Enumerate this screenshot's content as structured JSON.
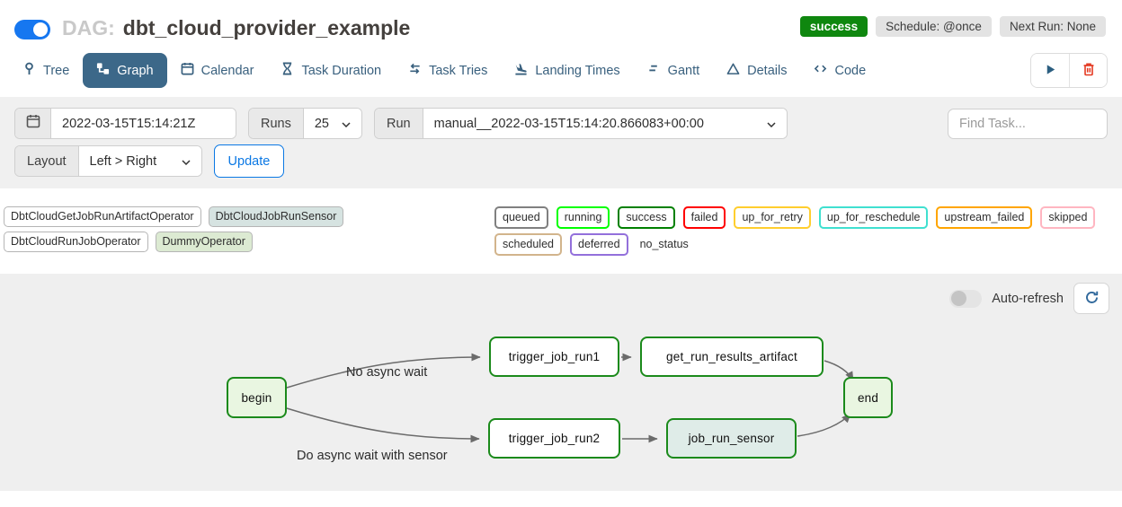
{
  "header": {
    "toggle_state": "on",
    "dag_prefix": "DAG:",
    "dag_title": "dbt_cloud_provider_example",
    "status_badge": {
      "label": "success",
      "color": "#0f870f"
    },
    "schedule_badge": "Schedule: @once",
    "next_run_badge": "Next Run: None"
  },
  "tabs": {
    "active": "Graph",
    "active_bg": "#3c6889",
    "items": [
      {
        "label": "Tree",
        "icon": "tree-icon"
      },
      {
        "label": "Graph",
        "icon": "graph-icon"
      },
      {
        "label": "Calendar",
        "icon": "calendar-icon"
      },
      {
        "label": "Task Duration",
        "icon": "hourglass-icon"
      },
      {
        "label": "Task Tries",
        "icon": "repeat-icon"
      },
      {
        "label": "Landing Times",
        "icon": "plane-landing-icon"
      },
      {
        "label": "Gantt",
        "icon": "gantt-icon"
      },
      {
        "label": "Details",
        "icon": "triangle-icon"
      },
      {
        "label": "Code",
        "icon": "code-icon"
      }
    ]
  },
  "toolbar": {
    "trigger_icon": "play-icon",
    "delete_icon": "trash-icon"
  },
  "filters": {
    "execution_date": "2022-03-15T15:14:21Z",
    "runs_label": "Runs",
    "runs_selected": "25",
    "run_label": "Run",
    "run_selected": "manual__2022-03-15T15:14:20.866083+00:00",
    "find_task_placeholder": "Find Task...",
    "layout_label": "Layout",
    "layout_selected": "Left > Right",
    "update_button": "Update"
  },
  "legend": {
    "operators": [
      {
        "label": "DbtCloudGetJobRunArtifactOperator",
        "fill": "#ffffff"
      },
      {
        "label": "DbtCloudJobRunSensor",
        "fill": "#d6e3e1"
      },
      {
        "label": "DbtCloudRunJobOperator",
        "fill": "#ffffff"
      },
      {
        "label": "DummyOperator",
        "fill": "#dcead2"
      }
    ],
    "states": [
      {
        "label": "queued",
        "border": "#808080"
      },
      {
        "label": "running",
        "border": "#00ff00"
      },
      {
        "label": "success",
        "border": "#008000"
      },
      {
        "label": "failed",
        "border": "#ff0000"
      },
      {
        "label": "up_for_retry",
        "border": "#ffce2e"
      },
      {
        "label": "up_for_reschedule",
        "border": "#40e0d0"
      },
      {
        "label": "upstream_failed",
        "border": "#ffa500"
      },
      {
        "label": "skipped",
        "border": "#ffb6c1"
      },
      {
        "label": "scheduled",
        "border": "#d2b48c"
      },
      {
        "label": "deferred",
        "border": "#9370db"
      },
      {
        "label": "no_status",
        "border": "transparent"
      }
    ]
  },
  "graph_panel": {
    "auto_refresh_label": "Auto-refresh",
    "auto_refresh_state": "off",
    "refresh_icon": "refresh-icon",
    "node_border_color": "#1b8a1b",
    "edge_color": "#6b6b6b",
    "nodes": [
      {
        "label": "begin",
        "fill": "#e9f6e1"
      },
      {
        "label": "trigger_job_run1",
        "fill": "#ffffff"
      },
      {
        "label": "get_run_results_artifact",
        "fill": "#ffffff"
      },
      {
        "label": "trigger_job_run2",
        "fill": "#ffffff"
      },
      {
        "label": "job_run_sensor",
        "fill": "#dfece8"
      },
      {
        "label": "end",
        "fill": "#e9f6e1"
      }
    ],
    "edges": [
      {
        "from": "begin",
        "to": "trigger_job_run1",
        "label": "No async wait"
      },
      {
        "from": "begin",
        "to": "trigger_job_run2",
        "label": "Do async wait with sensor"
      },
      {
        "from": "trigger_job_run1",
        "to": "get_run_results_artifact"
      },
      {
        "from": "trigger_job_run2",
        "to": "job_run_sensor"
      },
      {
        "from": "get_run_results_artifact",
        "to": "end"
      },
      {
        "from": "job_run_sensor",
        "to": "end"
      }
    ]
  }
}
